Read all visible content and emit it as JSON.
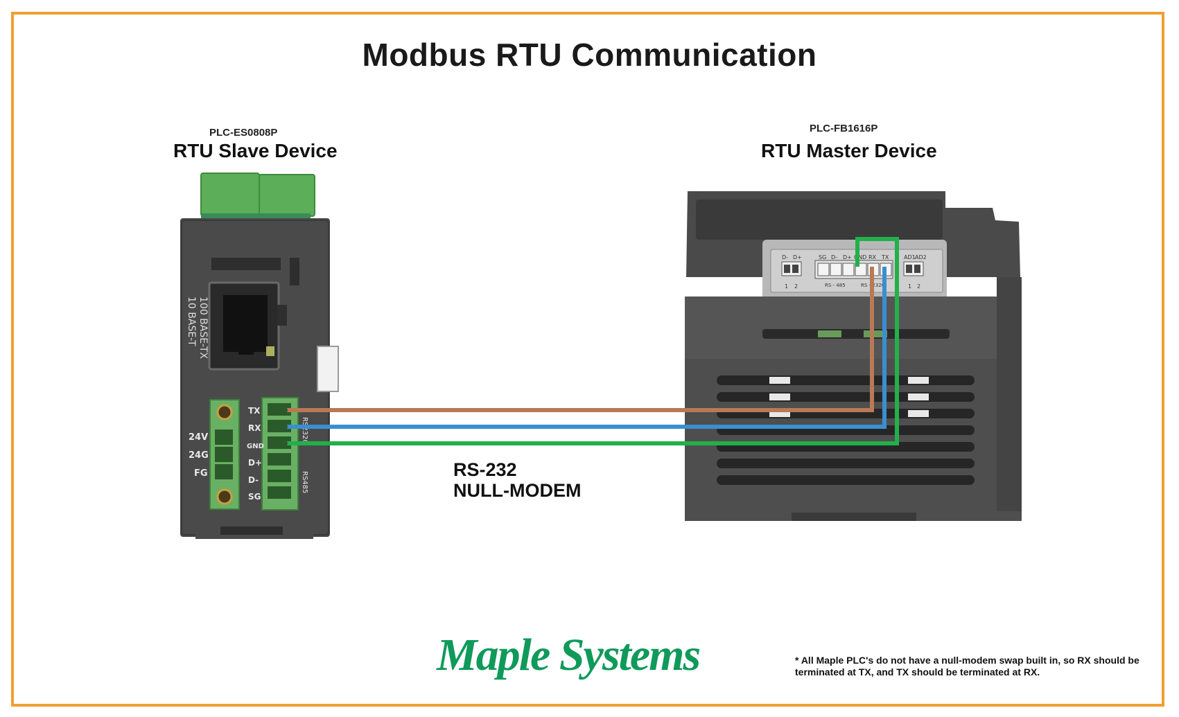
{
  "title": "Modbus RTU Communication",
  "slave": {
    "model": "PLC-ES0808P",
    "name": "RTU Slave Device",
    "ethernet_label_1": "10 BASE-T",
    "ethernet_label_2": "100 BASE-TX",
    "power_labels": [
      "24V",
      "24G",
      "FG"
    ],
    "comm_labels": [
      "TX",
      "RX",
      "GND",
      "D+",
      "D-",
      "SG"
    ],
    "rs232_tag": "RS232C",
    "rs485_tag": "RS485"
  },
  "master": {
    "model": "PLC-FB1616P",
    "name": "RTU Master Device",
    "terminal_labels": [
      "D-",
      "D+",
      "SG",
      "D-",
      "D+",
      "GND",
      "RX",
      "TX",
      "AD1",
      "AD2"
    ],
    "group_labels": [
      "RS - 485",
      "RS - 232C"
    ],
    "switch_nums": [
      "1",
      "2",
      "1",
      "2"
    ]
  },
  "cable": {
    "line1": "RS-232",
    "line2": "NULL-MODEM",
    "wires": [
      {
        "name": "TX to RX",
        "color": "#b87a55"
      },
      {
        "name": "RX to TX",
        "color": "#3a8fd0"
      },
      {
        "name": "GND to GND",
        "color": "#22b04a"
      }
    ]
  },
  "logo": "Maple Systems",
  "note": "* All Maple PLC's do not have a null-modem swap built in, so RX should be terminated at TX, and TX should be terminated at RX.",
  "colors": {
    "border": "#f0a030",
    "logo": "#0f9a5a",
    "terminal_green": "#5fb85a"
  }
}
